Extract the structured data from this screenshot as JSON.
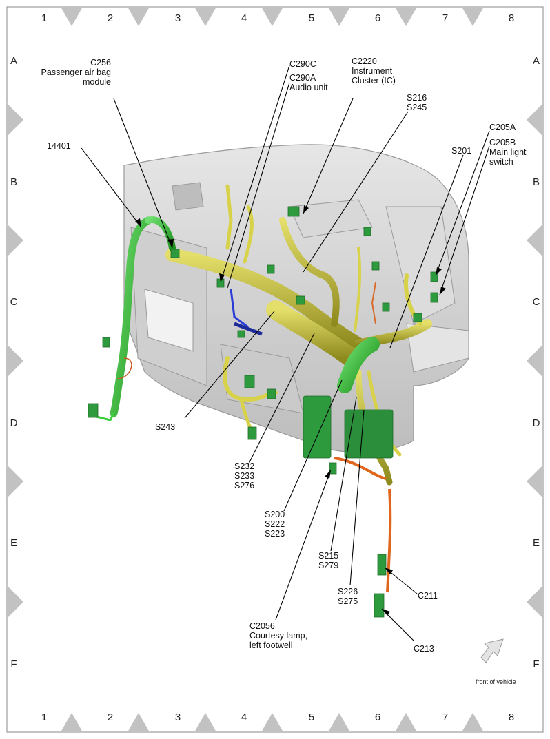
{
  "grid": {
    "columns": [
      "1",
      "2",
      "3",
      "4",
      "5",
      "6",
      "7",
      "8"
    ],
    "rows": [
      "A",
      "B",
      "C",
      "D",
      "E",
      "F"
    ]
  },
  "labels": {
    "c256": [
      "C256",
      "Passenger air bag",
      "module"
    ],
    "l14401": [
      "14401"
    ],
    "c290c": [
      "C290C"
    ],
    "c290a": [
      "C290A",
      "Audio unit"
    ],
    "c2220": [
      "C2220",
      "Instrument",
      "Cluster (IC)"
    ],
    "s216": [
      "S216",
      "S245"
    ],
    "c205a": [
      "C205A"
    ],
    "c205b": [
      "C205B",
      "Main light",
      "switch"
    ],
    "s201": [
      "S201"
    ],
    "s243": [
      "S243"
    ],
    "s232": [
      "S232",
      "S233",
      "S276"
    ],
    "s200": [
      "S200",
      "S222",
      "S223"
    ],
    "s215": [
      "S215",
      "S279"
    ],
    "s226": [
      "S226",
      "S275"
    ],
    "c2056": [
      "C2056",
      "Courtesy lamp,",
      "left footwell"
    ],
    "c211": [
      "C211"
    ],
    "c213": [
      "C213"
    ]
  },
  "front_of_vehicle": "front of vehicle",
  "colors": {
    "harness_yellow": "#c8c23a",
    "harness_green": "#2fbf2f",
    "harness_orange": "#e0661e",
    "connector_green": "#2e9a3e",
    "dash_gray": "#d4d4d4"
  }
}
